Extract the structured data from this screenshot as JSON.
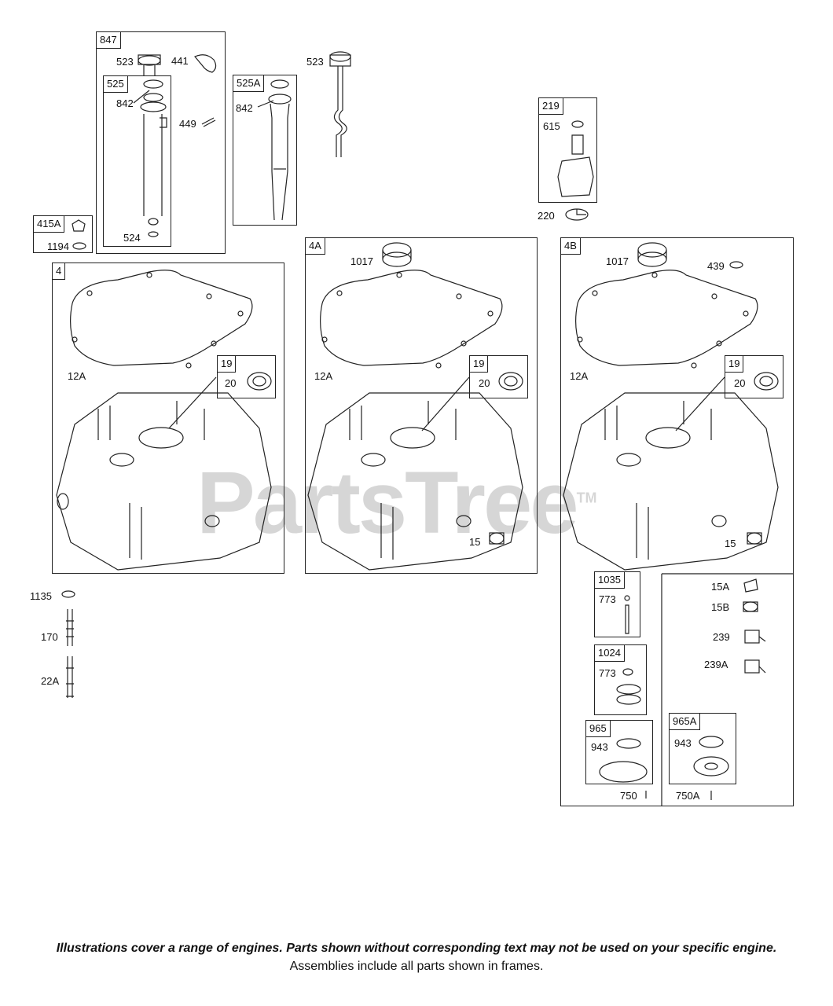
{
  "watermark": "PartsTree",
  "watermark_mark": "TM",
  "frames": {
    "f847": "847",
    "f525": "525",
    "f525a": "525A",
    "f415a": "415A",
    "f219": "219",
    "f4": "4",
    "f4a": "4A",
    "f4b": "4B",
    "f19_4": "19",
    "f19_4a": "19",
    "f19_4b": "19",
    "f1035": "1035",
    "f1024": "1024",
    "f965": "965",
    "f965a": "965A"
  },
  "labels": {
    "l523_a": "523",
    "l441": "441",
    "l842_a": "842",
    "l449": "449",
    "l524": "524",
    "l842_b": "842",
    "l523_b": "523",
    "l1194": "1194",
    "l615": "615",
    "l220": "220",
    "l12a_4": "12A",
    "l20_4": "20",
    "l1017_4a": "1017",
    "l12a_4a": "12A",
    "l20_4a": "20",
    "l15_4a": "15",
    "l1017_4b": "1017",
    "l439": "439",
    "l12a_4b": "12A",
    "l20_4b": "20",
    "l15_4b": "15",
    "l1135": "1135",
    "l170": "170",
    "l22a": "22A",
    "l773_a": "773",
    "l773_b": "773",
    "l943_a": "943",
    "l750": "750",
    "l943_b": "943",
    "l750a": "750A",
    "l15a": "15A",
    "l15b": "15B",
    "l239": "239",
    "l239a": "239A"
  },
  "footer": {
    "line1": "Illustrations cover a range of engines. Parts shown without corresponding text may not be used on your specific engine.",
    "line2": "Assemblies include all parts shown in frames."
  }
}
